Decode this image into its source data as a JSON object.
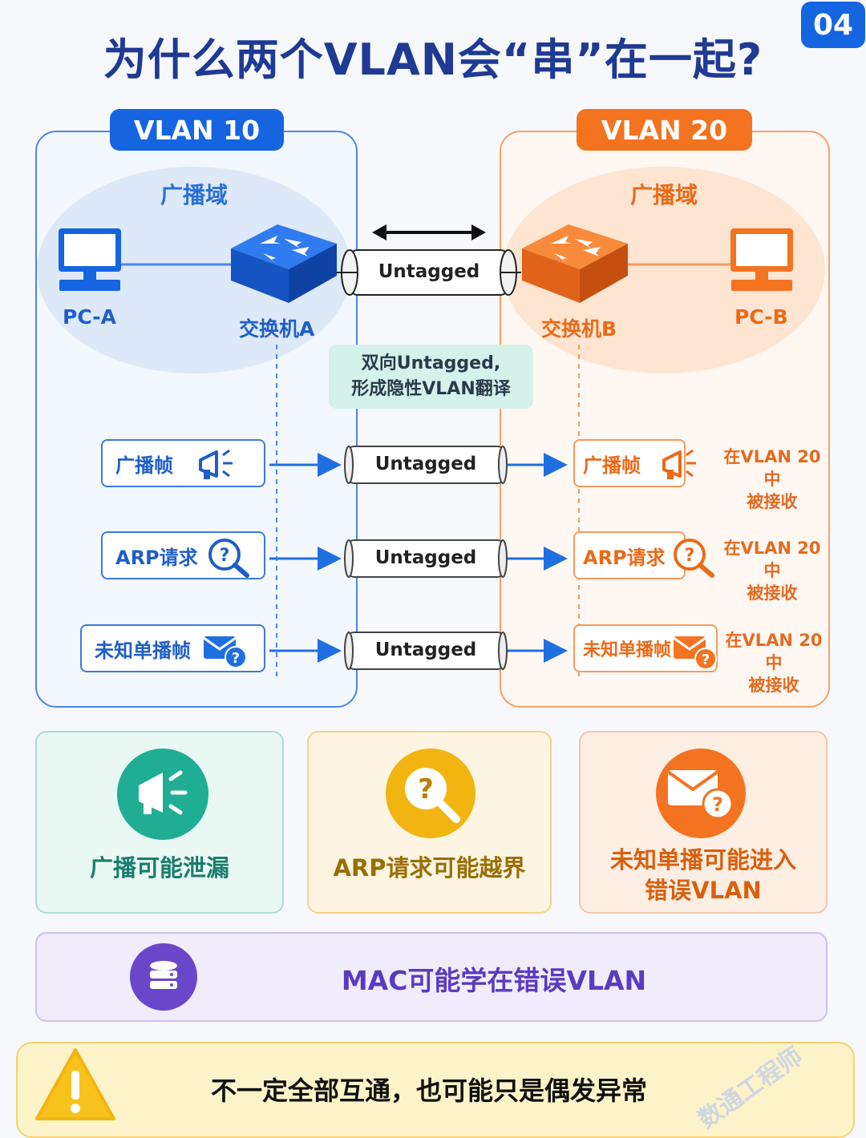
{
  "title": "为什么两个VLAN会“串”在一起?",
  "page_number": "04",
  "vlan_left": {
    "label": "VLAN 10",
    "broadcast_domain": "广播域",
    "pc": "PC-A",
    "switch": "交换机A"
  },
  "vlan_right": {
    "label": "VLAN 20",
    "broadcast_domain": "广播域",
    "pc": "PC-B",
    "switch": "交换机B"
  },
  "link": {
    "label": "Untagged"
  },
  "note": {
    "line1": "双向Untagged,",
    "line2": "形成隐性VLAN翻译"
  },
  "flows": [
    {
      "source": "广播帧",
      "pipe": "Untagged",
      "target": "广播帧",
      "received_line1": "在VLAN 20中",
      "received_line2": "被接收"
    },
    {
      "source": "ARP请求",
      "pipe": "Untagged",
      "target": "ARP请求",
      "received_line1": "在VLAN 20中",
      "received_line2": "被接收"
    },
    {
      "source": "未知单播帧",
      "pipe": "Untagged",
      "target": "未知单播帧",
      "received_line1": "在VLAN 20中",
      "received_line2": "被接收"
    }
  ],
  "consequences": [
    {
      "text": "广播可能泄漏",
      "icon": "megaphone-icon",
      "color": "#1fae93"
    },
    {
      "text": "ARP请求可能越界",
      "icon": "magnifier-question-icon",
      "color": "#f2b411"
    },
    {
      "line1": "未知单播可能进入",
      "line2": "错误VLAN",
      "icon": "envelope-question-icon",
      "color": "#f47320"
    }
  ],
  "mac_card": {
    "text": "MAC可能学在错误VLAN",
    "icon": "database-icon",
    "color": "#6a47c9"
  },
  "footer": {
    "text": "不一定全部互通，也可能只是偶发异常",
    "icon": "warning-icon"
  },
  "watermark": "数通工程师"
}
